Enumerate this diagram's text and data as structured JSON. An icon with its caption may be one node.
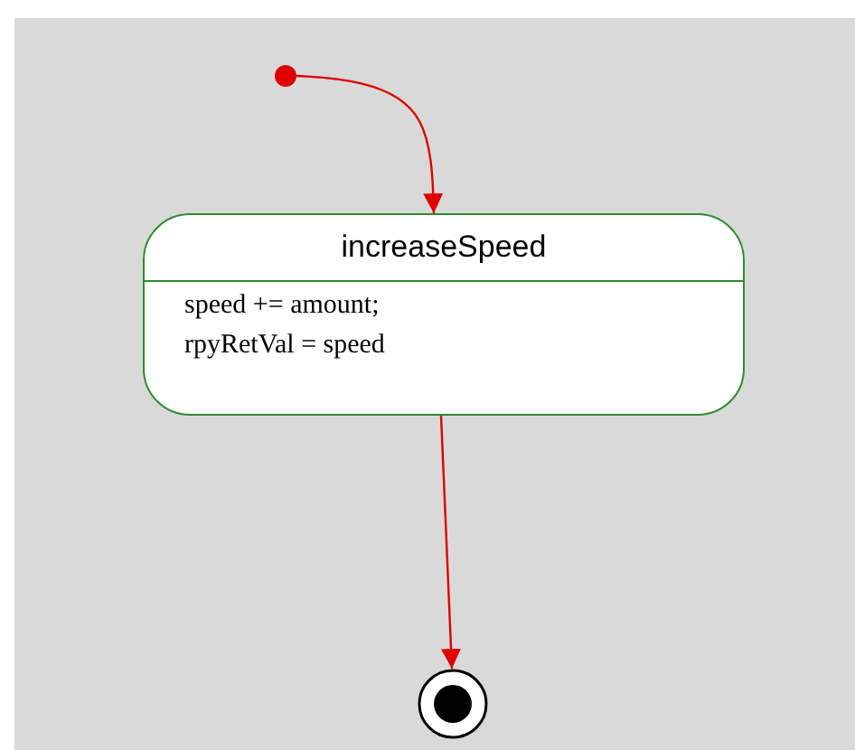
{
  "diagram": {
    "nodes": [
      {
        "text": [],
        "shape": "circle"
      },
      {
        "text": [
          "increaseSpeed",
          "speed += amount;",
          "rpyRetVal = speed"
        ]
      },
      {
        "text": [],
        "shape": "bullseye"
      }
    ],
    "edges": [
      {
        "from": 0,
        "to": 1,
        "arrow": "to"
      },
      {
        "from": 1,
        "to": 2,
        "arrow": "to"
      }
    ]
  }
}
